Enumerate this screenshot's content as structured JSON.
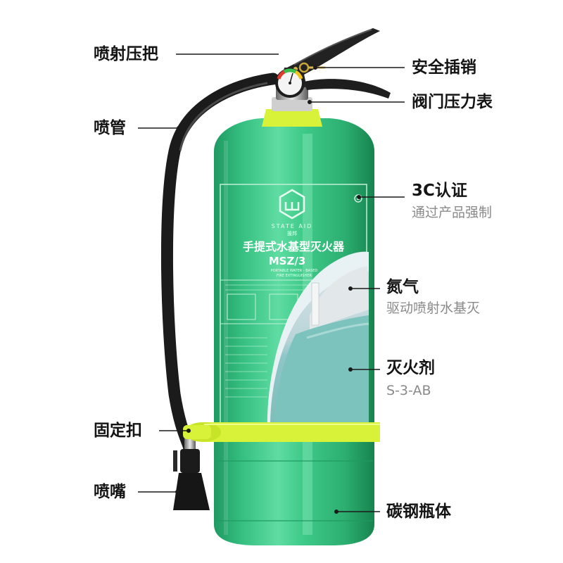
{
  "colors": {
    "body_green": "#3cc98a",
    "body_dark": "#1f9a62",
    "body_light": "#7ee6b4",
    "ring_yellow": "#d8f23a",
    "hose_black": "#1b1b1b",
    "label_text": "#141414",
    "sub_text": "#8a8a8a"
  },
  "callouts": {
    "lever": "喷射压把",
    "pin": "安全插销",
    "gauge": "阀门压力表",
    "hose": "喷管",
    "cert_title": "3C认证",
    "cert_sub": "通过产品强制",
    "gas_title": "氮气",
    "gas_sub": "驱动喷射水基灭",
    "agent_title": "灭火剂",
    "agent_sub": "S-3-AB",
    "clamp": "固定扣",
    "nozzle": "喷嘴",
    "body": "碳钢瓶体"
  },
  "product_label": {
    "brand_en": "STATE AID",
    "brand_cn": "援邦",
    "title_cn": "手提式水基型灭火器",
    "model": "MSZ/3",
    "subtitle_en_1": "PORTABLE WATER - BASED",
    "subtitle_en_2": "FIRE EXTINGUISHER"
  },
  "icons": [
    "brand-cube-icon",
    "ccc-mark-icon",
    "pressure-gauge-icon"
  ]
}
